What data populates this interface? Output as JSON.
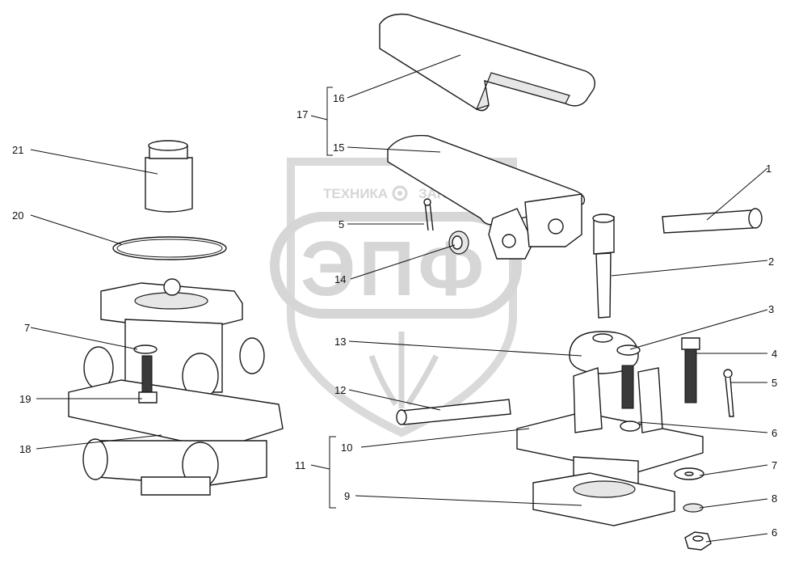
{
  "watermark": {
    "brand_text": "ТЕХНИКА",
    "brand_text_2": "ЗАПЧАСТИ",
    "logo_text": "ЭПФ",
    "color": "#cfcfcf"
  },
  "callouts": {
    "c1": "1",
    "c2": "2",
    "c3": "3",
    "c4": "4",
    "c5a": "5",
    "c5b": "5",
    "c6a": "6",
    "c6b": "6",
    "c7a": "7",
    "c7b": "7",
    "c8": "8",
    "c9": "9",
    "c10": "10",
    "c11": "11",
    "c12": "12",
    "c13": "13",
    "c14": "14",
    "c15": "15",
    "c16": "16",
    "c17": "17",
    "c18": "18",
    "c19": "19",
    "c20": "20",
    "c21": "21"
  }
}
